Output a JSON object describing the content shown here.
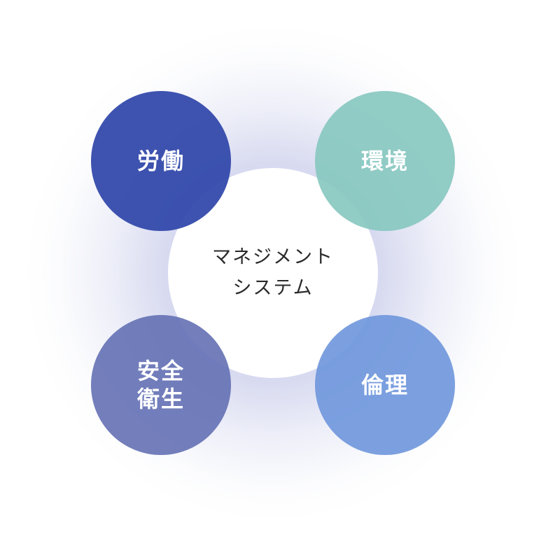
{
  "center": {
    "line1": "マネジメント",
    "line2": "システム"
  },
  "bubbles": {
    "labor": {
      "label": "労働",
      "color": "#3248aa"
    },
    "environment": {
      "label": "環境",
      "color": "#88c8c0"
    },
    "safety": {
      "line1": "安全",
      "line2": "衛生",
      "color": "#6470b4"
    },
    "ethics": {
      "label": "倫理",
      "color": "#6e96dc"
    }
  }
}
